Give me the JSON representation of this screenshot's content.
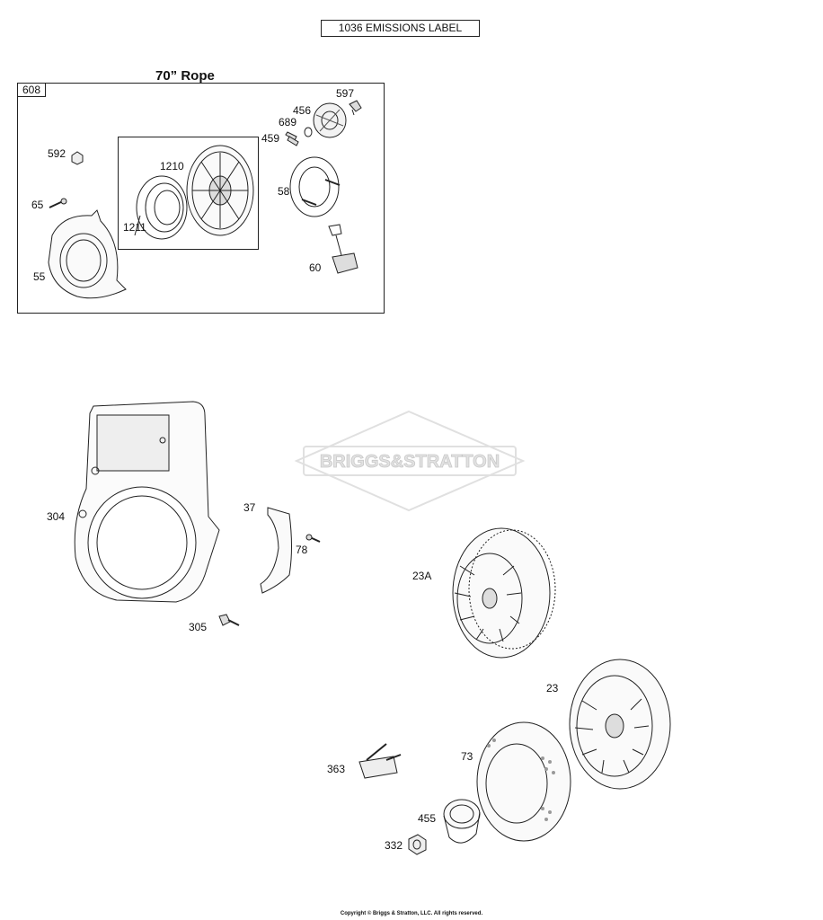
{
  "emissions_label": "1036 EMISSIONS LABEL",
  "rope_title": "70” Rope",
  "kit_number": "608",
  "watermark": "BRIGGS&STRATTON",
  "copyright": "Copyright © Briggs & Stratton, LLC. All rights reserved.",
  "parts": {
    "p597": "597",
    "p456": "456",
    "p689": "689",
    "p459": "459",
    "p592": "592",
    "p1210": "1210",
    "p58": "58",
    "p65": "65",
    "p1211": "1211",
    "p55": "55",
    "p60": "60",
    "p304": "304",
    "p37": "37",
    "p78": "78",
    "p305": "305",
    "p23A": "23A",
    "p23": "23",
    "p73": "73",
    "p363": "363",
    "p455": "455",
    "p332": "332"
  }
}
